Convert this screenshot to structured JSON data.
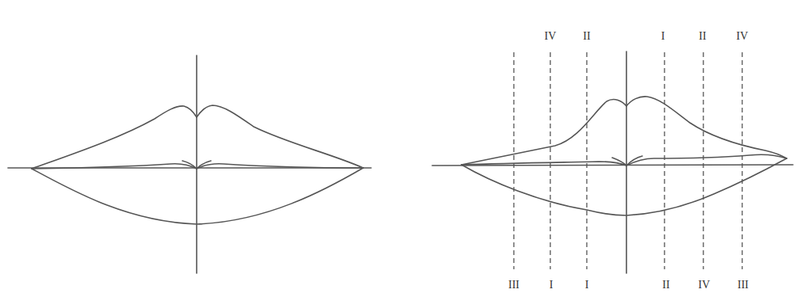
{
  "diagram": {
    "labels": [
      "IV",
      "II",
      "I",
      "II",
      "IV",
      "III",
      "I",
      "I",
      "II",
      "IV",
      "III"
    ]
  }
}
